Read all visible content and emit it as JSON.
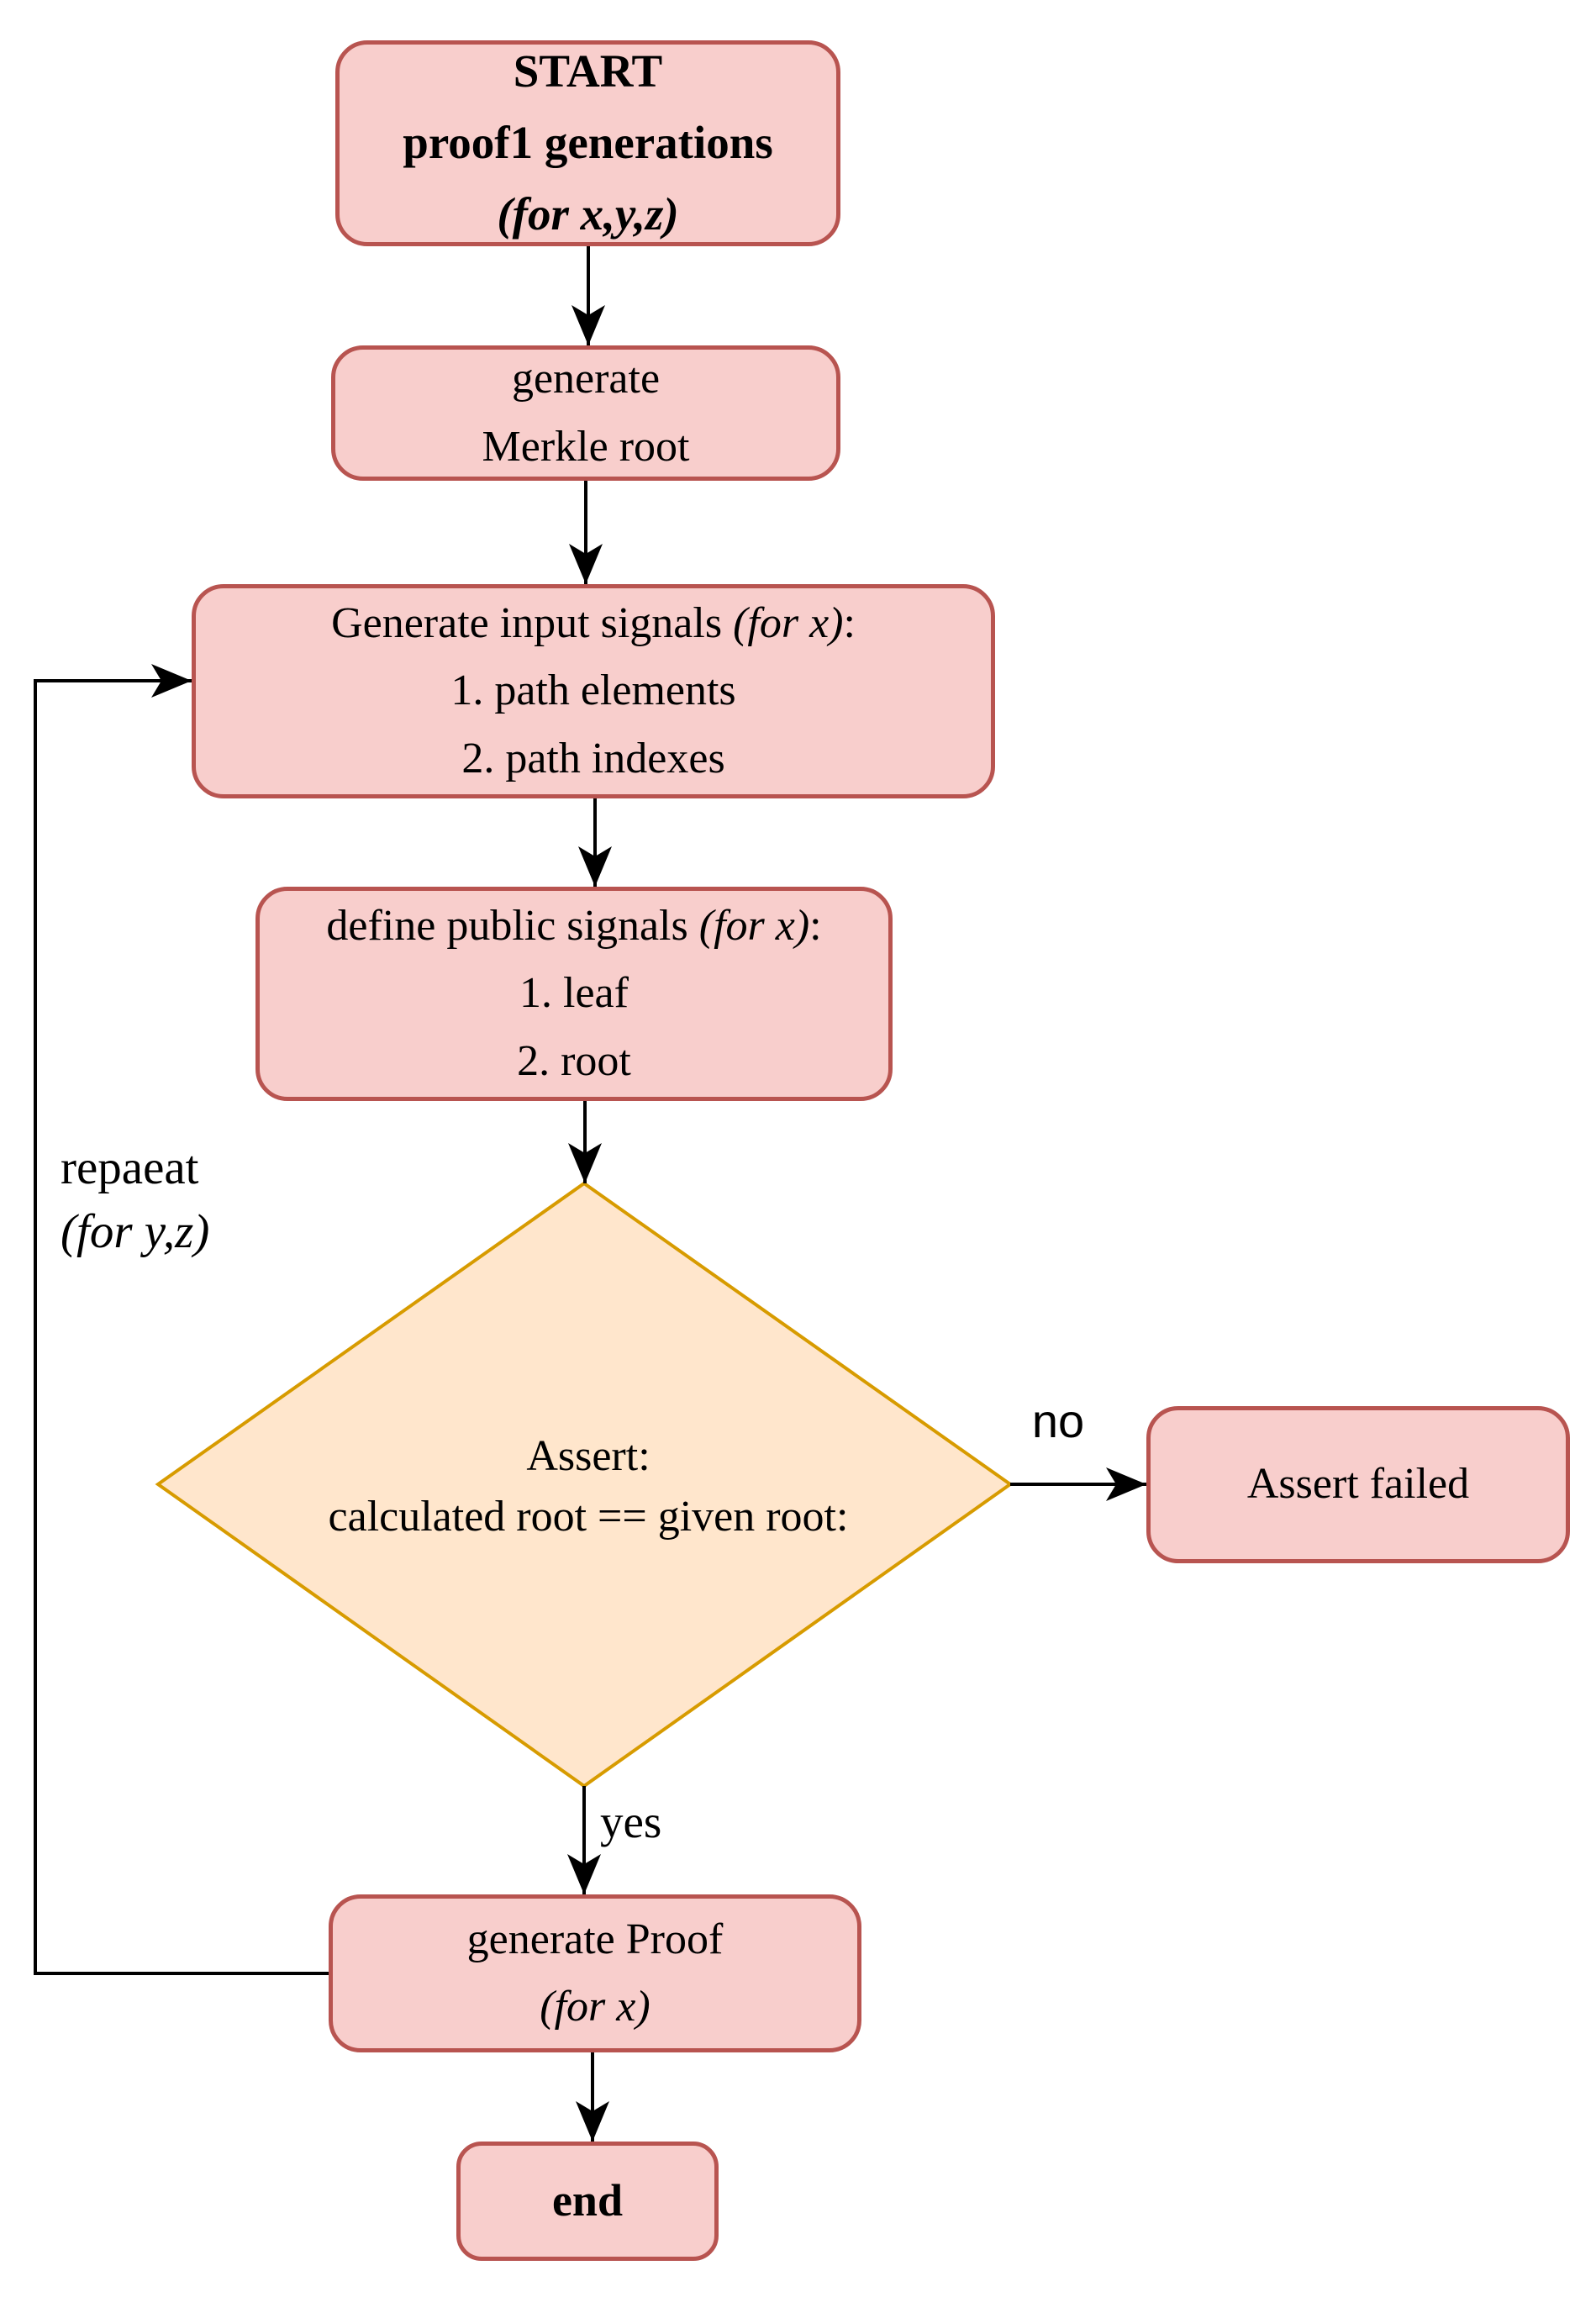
{
  "colors": {
    "node_fill": "#f8cecc",
    "node_border": "#b85450",
    "decision_fill": "#ffe6cc",
    "decision_border": "#d79b00",
    "arrow": "#000000",
    "text": "#000000",
    "background": "#ffffff"
  },
  "nodes": {
    "start": {
      "line1": "START",
      "line2": "proof1 generations",
      "line3": "(for x,y,z)"
    },
    "merkle": {
      "line1": "generate",
      "line2": "Merkle root"
    },
    "input_signals": {
      "title_prefix": "Generate input signals ",
      "title_italic": "(for x)",
      "title_suffix": ":",
      "item1": "1. path elements",
      "item2": "2. path indexes"
    },
    "public_signals": {
      "title_prefix": "define public signals ",
      "title_italic": "(for x)",
      "title_suffix": ":",
      "item1": "1. leaf",
      "item2": "2. root"
    },
    "decision": {
      "line1": "Assert:",
      "line2": "calculated root == given root:"
    },
    "assert_failed": {
      "label": "Assert failed"
    },
    "proof": {
      "line1": "generate Proof",
      "line2": "(for x)"
    },
    "end": {
      "label": "end"
    }
  },
  "edge_labels": {
    "no": "no",
    "yes": "yes",
    "repeat_line1": "repaeat",
    "repeat_line2": "(for y,z)"
  }
}
